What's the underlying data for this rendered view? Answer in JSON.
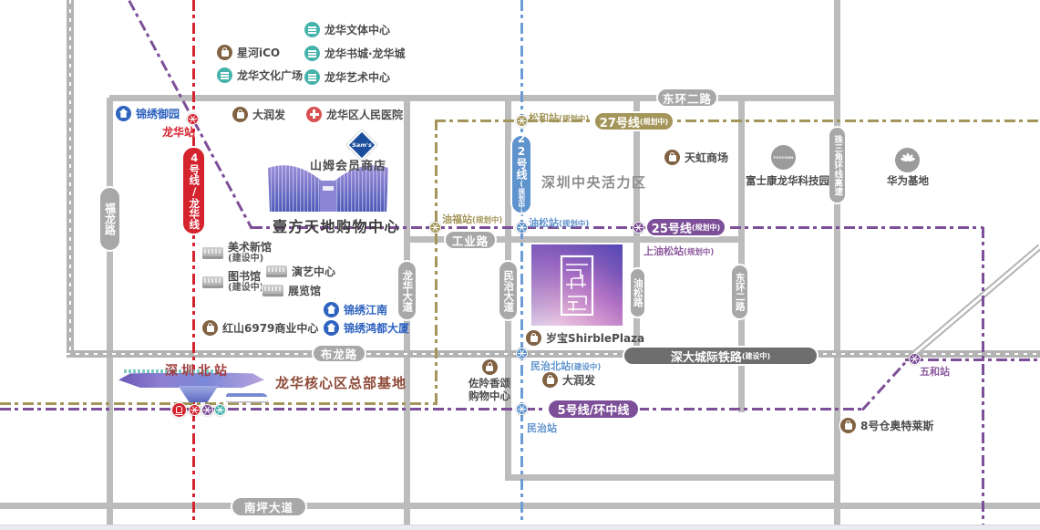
{
  "colors": {
    "line4_red": "#d5232e",
    "line22_blue": "#6b9cd5",
    "line27_gold": "#a4965a",
    "line25_purple": "#7d4f98",
    "line5_purple": "#7d4f98",
    "road_gray": "#bcbcbc",
    "poi_brown": "#816243",
    "poi_teal": "#45b3ab",
    "jinxiu_blue": "#2f63c0"
  },
  "lines": {
    "line4": {
      "badge": "4号线/龙华线"
    },
    "line22": {
      "badge": "22号线",
      "sub": "(规划中)"
    },
    "line27": {
      "badge": "27号线",
      "sub": "(规划中)"
    },
    "line25": {
      "badge": "25号线",
      "sub": "(规划中)"
    },
    "line5": {
      "badge": "5号线/环中线"
    },
    "intercity": {
      "badge": "深大城际铁路",
      "sub": "(建设中)"
    }
  },
  "stations": {
    "longhua": "龙华站",
    "songhe": "松和站",
    "songhe_sub": "(规划中)",
    "youfu": "油福站",
    "youfu_sub": "(规划中)",
    "yousong": "油松站",
    "yousong_sub": "(规划中)",
    "shangyousong": "上油松站",
    "shangyousong_sub": "(规划中)",
    "minzhibei": "民治北站",
    "minzhibei_sub": "(建设中)",
    "minzhi": "民治站",
    "wuhe": "五和站"
  },
  "roads": {
    "fulong": "福龙路",
    "donghuan2_top": "东环二路",
    "gongye": "工业路",
    "longhua_ave": "龙华大道",
    "minzhi_ave": "民治大道",
    "yousong_rd": "油松路",
    "donghuan2_v": "东环二路",
    "zhusanjiao": "珠三角环线高速",
    "bulong": "布龙路",
    "nanping": "南坪大道"
  },
  "areas": {
    "cbd": "深圳中央活力区",
    "hq_base": "龙华核心区总部基地",
    "north_station": "深圳北站",
    "one_avenue": "壹方天地购物中心",
    "sams_store": "山姆会员商店"
  },
  "pois": {
    "wenti": "龙华文体中心",
    "xinghe": "星河iCO",
    "shucheng": "龙华书城·龙华城",
    "wenhua": "龙华文化广场",
    "yishu": "龙华艺术中心",
    "jinxiu_yuyuan": "锦绣御园",
    "darunfa1": "大润发",
    "hospital": "龙华区人民医院",
    "tianhong": "天虹商场",
    "foxconn": "富士康龙华科技园",
    "foxconn_logo": "FOXCONN",
    "huawei": "华为基地",
    "meishu": "美术新馆",
    "meishu_sub": "(建设中)",
    "yanyi": "演艺中心",
    "tushuguan": "图书馆",
    "tushuguan_sub": "(建设中)",
    "zhanlan": "展览馆",
    "jinxiu_jiangnan": "锦绣江南",
    "jinxiu_hongdu": "锦绣鸿都大厦",
    "hongshan": "红山6979商业中心",
    "suibao": "岁宝ShirblePlaza",
    "darunfa2": "大润发",
    "zuolin_1": "佐阾香颂",
    "zuolin_2": "购物中心",
    "bahao": "8号仓奥特莱斯",
    "sams_logo": "Sam's"
  }
}
